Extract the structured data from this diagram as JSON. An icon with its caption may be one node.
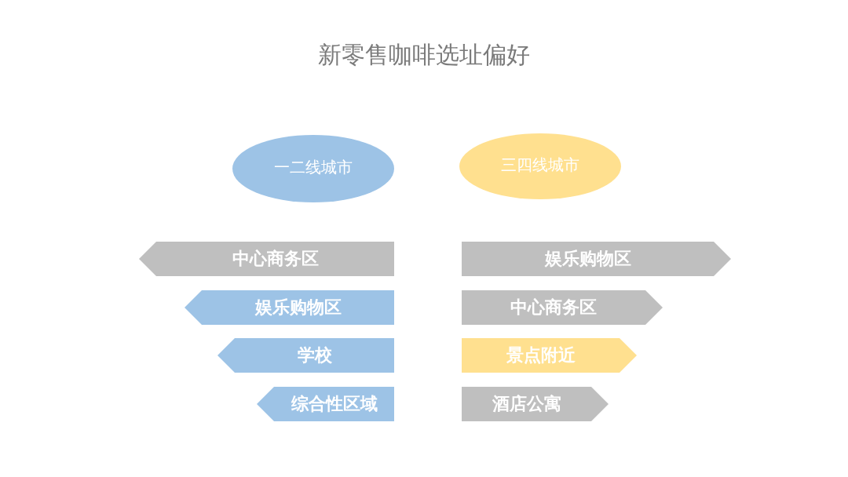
{
  "diagram": {
    "title": "新零售咖啡选址偏好",
    "nodes": [
      {
        "text": [
          "一二线城市"
        ]
      },
      {
        "text": [
          "三四线城市"
        ]
      },
      {
        "text": [
          "中心商务区"
        ]
      },
      {
        "text": [
          "娱乐购物区"
        ]
      },
      {
        "text": [
          "娱乐购物区"
        ]
      },
      {
        "text": [
          "中心商务区"
        ]
      },
      {
        "text": [
          "学校"
        ]
      },
      {
        "text": [
          "景点附近"
        ]
      },
      {
        "text": [
          "综合性区域"
        ]
      },
      {
        "text": [
          "酒店公寓"
        ]
      }
    ]
  }
}
